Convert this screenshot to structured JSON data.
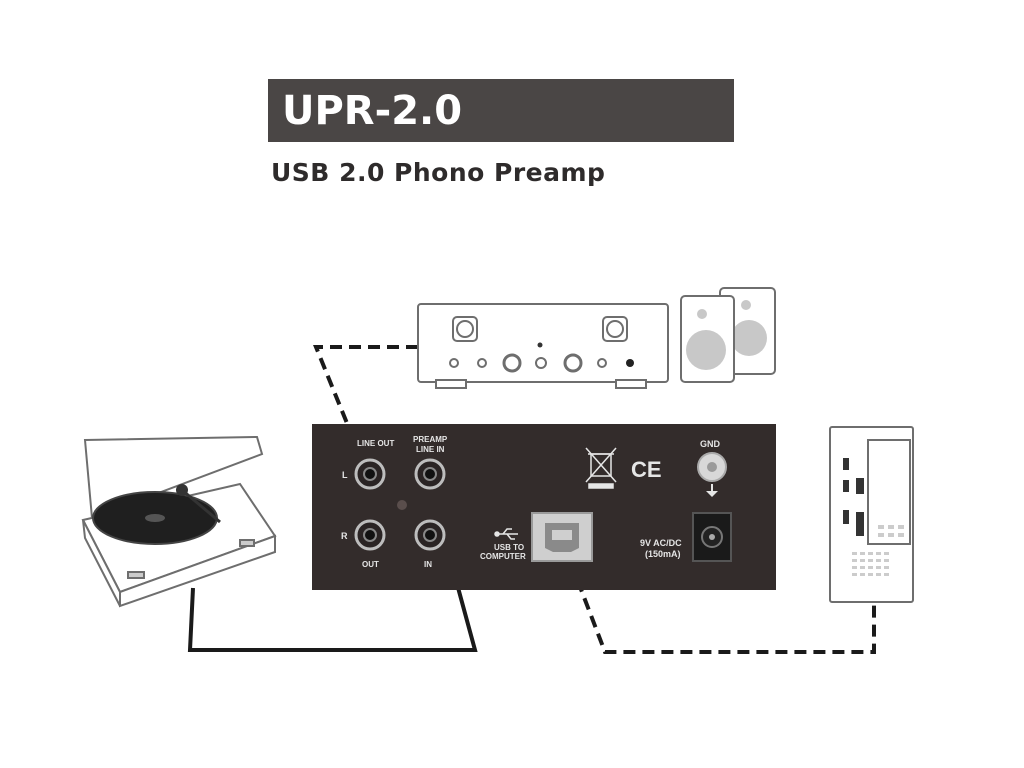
{
  "header": {
    "title": "UPR-2.0",
    "subtitle": "USB 2.0 Phono Preamp"
  },
  "preamp_panel": {
    "labels": {
      "line_out": "LINE OUT",
      "preamp_line_in_1": "PREAMP",
      "preamp_line_in_2": "LINE IN",
      "left": "L",
      "right": "R",
      "out": "OUT",
      "in": "IN",
      "usb_to_1": "USB TO",
      "usb_to_2": "COMPUTER",
      "gnd": "GND",
      "power_1": "9V AC/DC",
      "power_2": "(150mA)",
      "ce_mark": "CE"
    }
  },
  "colors": {
    "title_bar": "#4a4645",
    "panel": "#332c2b",
    "line": "#1a1a1a",
    "device_outline": "#6e6e6e",
    "speaker_fill": "#c8c8c8"
  },
  "icons": [
    "turntable-icon",
    "amplifier-icon",
    "speakers-icon",
    "computer-tower-icon",
    "usb-symbol-icon",
    "weee-bin-icon",
    "ground-icon"
  ]
}
